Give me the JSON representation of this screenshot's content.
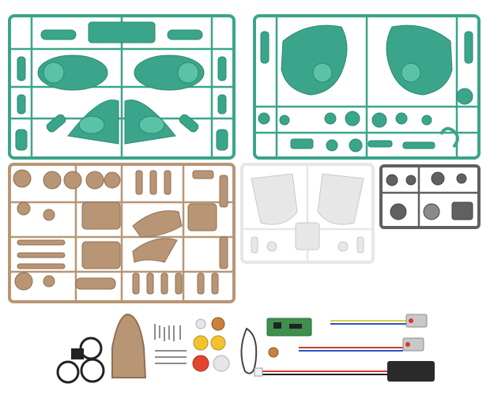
{
  "kit": {
    "sprues": [
      {
        "id": "green-a",
        "color": "#3aa58a",
        "shade": "#2b8a71",
        "light": "#5cc2a6"
      },
      {
        "id": "green-b",
        "color": "#3aa58a",
        "shade": "#2b8a71",
        "light": "#5cc2a6"
      },
      {
        "id": "bronze",
        "color": "#b89675",
        "shade": "#8f6f52",
        "light": "#d2b597"
      },
      {
        "id": "clear",
        "color": "#e7e7e7",
        "shade": "#c9c9c9",
        "light": "#f6f6f6"
      },
      {
        "id": "grey",
        "color": "#606060",
        "shade": "#454545",
        "light": "#8a8a8a"
      }
    ],
    "loose_parts": {
      "gear_colors": {
        "white": "#e6e6e6",
        "yellow": "#f2c232",
        "red": "#e2462f",
        "copper": "#c9823a"
      },
      "pcb_color": "#3f8f4e",
      "wire_colors": [
        "#e2cf3a",
        "#2a55c8",
        "#d23a2e",
        "#222222"
      ],
      "connector_color": "#f1f1f1",
      "battery_box_color": "#2a2a2a"
    }
  }
}
